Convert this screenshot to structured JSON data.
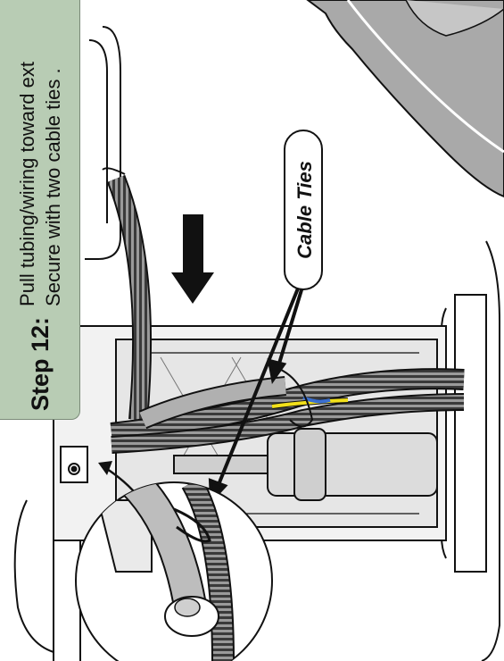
{
  "step": {
    "number": "Step 12:",
    "line1": "Pull tubing/wiring toward ext",
    "line2": "Secure with two cable ties ."
  },
  "callout": {
    "label": "Cable Ties"
  },
  "colors": {
    "banner": "#b8ccb4",
    "tubing": "#8c8c8c",
    "wire_yellow": "#f2e01a",
    "wire_blue": "#3a6fd0",
    "housing": "#a9a9a9"
  }
}
